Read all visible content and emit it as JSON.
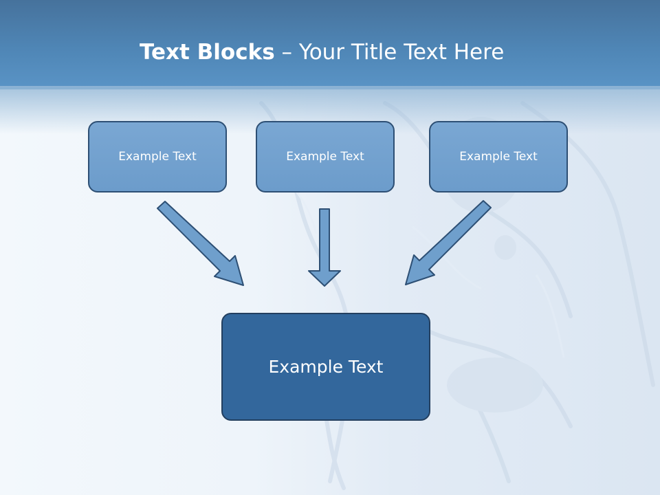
{
  "slide": {
    "title_bold": "Text Blocks",
    "title_sep": " – ",
    "title_rest": "Your Title Text Here"
  },
  "blocks": {
    "top": [
      "Example Text",
      "Example Text",
      "Example Text"
    ],
    "bottom": "Example Text"
  },
  "colors": {
    "header": "#4f86b6",
    "small_box_fill": "#6c9ccb",
    "big_box_fill": "#33679c",
    "arrow_fill": "#6f9fcc",
    "outline": "#2d4f74"
  }
}
